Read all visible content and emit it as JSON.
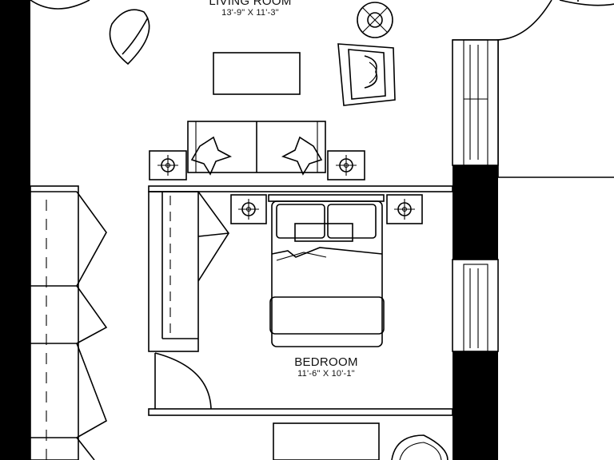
{
  "rooms": [
    {
      "id": "living-room",
      "name": "LIVING ROOM",
      "dimensions": "13'-9\" X 11'-3\""
    },
    {
      "id": "bedroom",
      "name": "BEDROOM",
      "dimensions": "11'-6\" X 10'-1\""
    }
  ],
  "colors": {
    "line": "#000000",
    "background": "#ffffff"
  }
}
